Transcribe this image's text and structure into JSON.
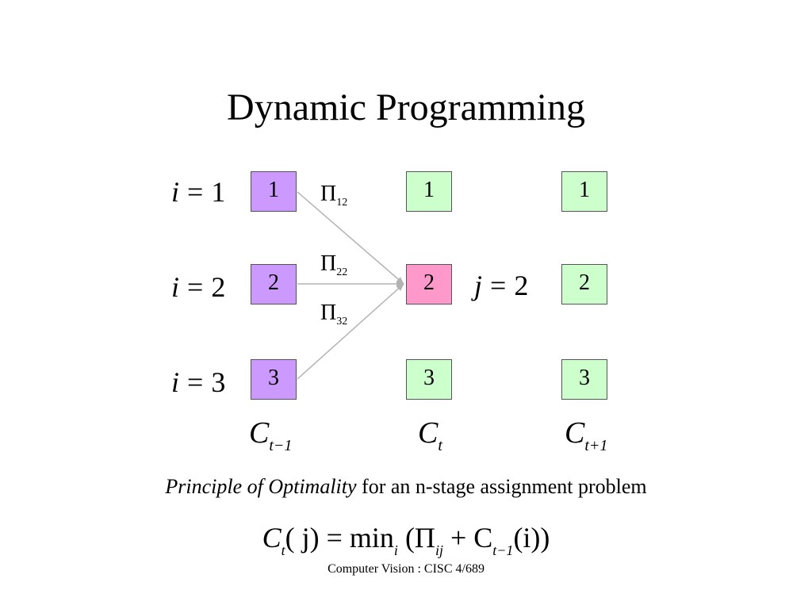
{
  "title": "Dynamic Programming",
  "colors": {
    "prev_stage": "#cc99ff",
    "current_stage": "#ccffcc",
    "selected": "#ff99cc",
    "edge": "#b3b3b3"
  },
  "rows": [
    {
      "var": "i",
      "value": "1"
    },
    {
      "var": "i",
      "value": "2"
    },
    {
      "var": "i",
      "value": "3"
    }
  ],
  "stages": [
    {
      "label": "C",
      "subscript": "t−1",
      "nodes": [
        "1",
        "2",
        "3"
      ]
    },
    {
      "label": "C",
      "subscript": "t",
      "nodes": [
        "1",
        "2",
        "3"
      ]
    },
    {
      "label": "C",
      "subscript": "t+1",
      "nodes": [
        "1",
        "2",
        "3"
      ]
    }
  ],
  "j_label": {
    "var": "j",
    "value": "2"
  },
  "transitions": [
    {
      "symbol": "Π",
      "subscript": "12"
    },
    {
      "symbol": "Π",
      "subscript": "22"
    },
    {
      "symbol": "Π",
      "subscript": "32"
    }
  ],
  "subtitle": {
    "emphasis": "Principle of Optimality",
    "rest": " for an n-stage assignment problem"
  },
  "formula": {
    "lhs": "C",
    "lhs_sub": "t",
    "lhs_arg": "( j) = min",
    "min_sub": "i",
    "open": " (Π",
    "pi_sub": "ij",
    "plus": " + C",
    "c_sub": "t−1",
    "tail": "(i))"
  },
  "footer": "Computer Vision : CISC 4/689"
}
